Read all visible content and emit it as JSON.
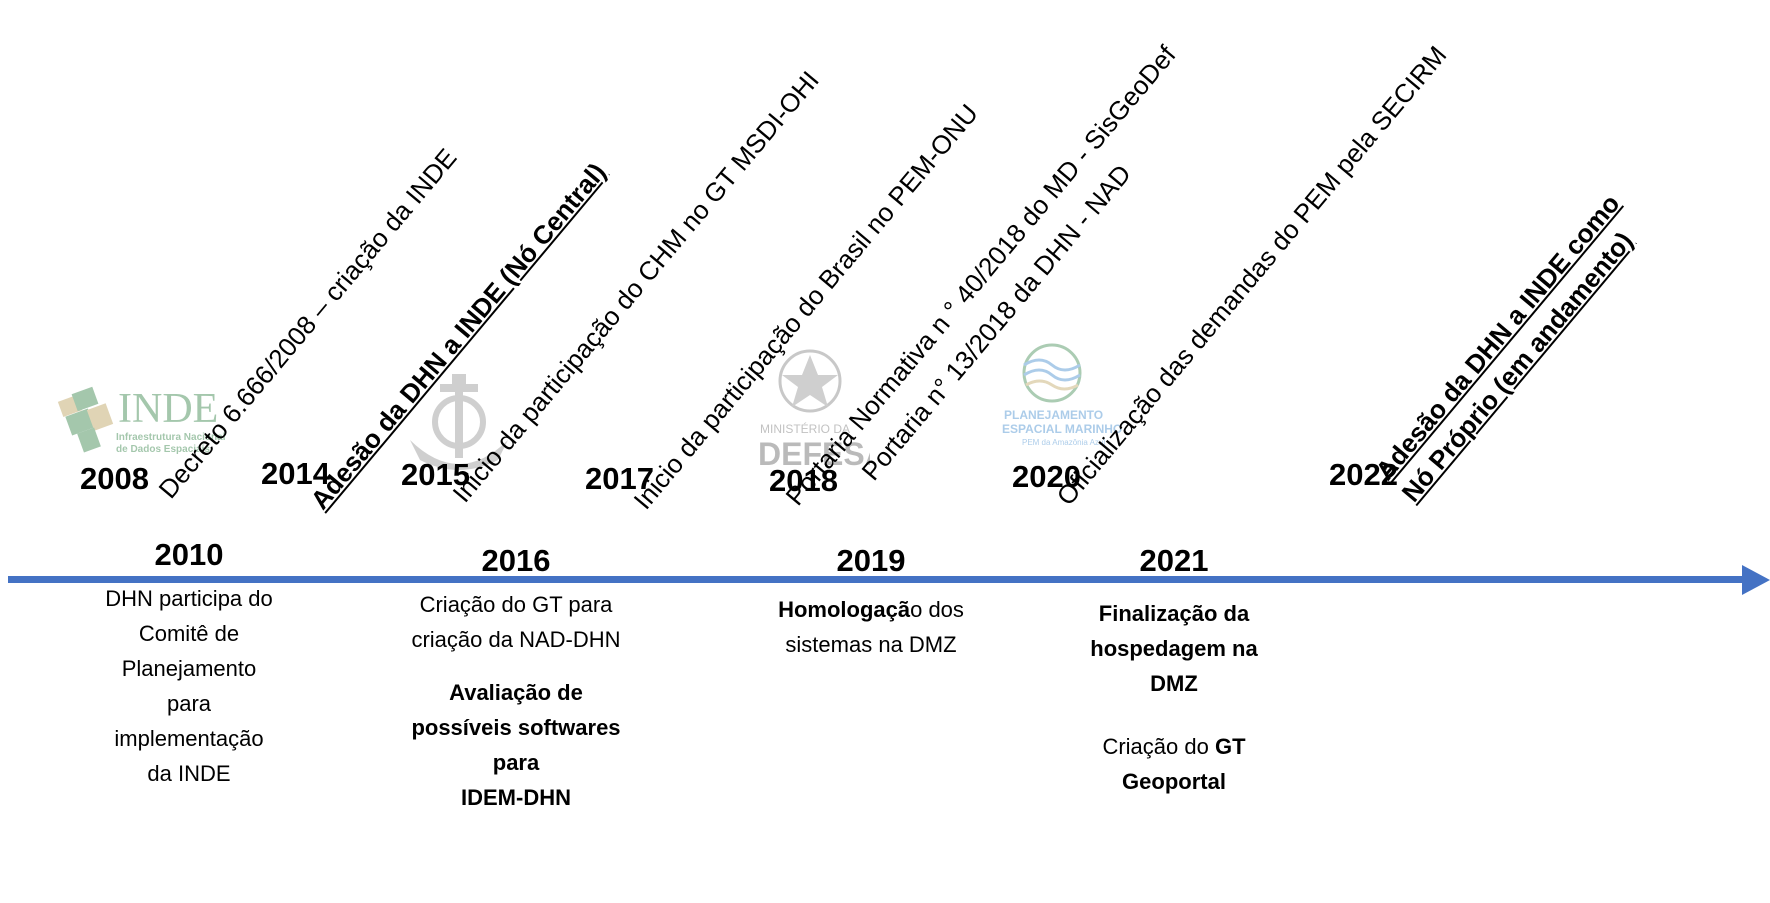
{
  "top_events": [
    {
      "year": "2008",
      "text": "Decreto 6.666/2008 – criação da INDE"
    },
    {
      "year": "2014",
      "text": "Adesão da DHN a INDE (Nó Central)"
    },
    {
      "year": "2015",
      "text": "Inicio da participação do CHM no GT MSDI-OHI"
    },
    {
      "year": "2017",
      "text": "Inicio da participação do Brasil no PEM-ONU"
    },
    {
      "year": "2018",
      "text": "Portaria Normativa n ° 40/2018 do MD - SisGeoDef",
      "text2": "Portaria n° 13/2018 da DHN - NAD"
    },
    {
      "year": "2020",
      "text": "Oficialização das demandas do PEM pela SECIRM"
    },
    {
      "year": "2022",
      "text": "Adesão da DHN a INDE como",
      "text_line2": "Nó Próprio (em andamento)"
    }
  ],
  "bottom_events": [
    {
      "year": "2010",
      "lines": [
        "DHN participa do",
        "Comitê de",
        "Planejamento",
        "para",
        "implementação",
        "da INDE"
      ]
    },
    {
      "year": "2016",
      "para1": [
        "Criação do GT para",
        "criação da NAD-DHN"
      ],
      "para2": [
        "Avaliação de",
        "possíveis softwares",
        "para",
        "IDEM-DHN"
      ]
    },
    {
      "year": "2019",
      "bold": "Homologaçã",
      "rest": "o dos",
      "line2": "sistemas na DMZ"
    },
    {
      "year": "2021",
      "para1": [
        "Finalização da",
        "hospedagem na",
        "DMZ"
      ],
      "para2_plain": "Criação do ",
      "para2_bold": "GT",
      "para2_line2": "Geoportal"
    }
  ],
  "logos": {
    "inde": {
      "name": "INDE",
      "line1": "Infraestrutura Nacional",
      "line2": "de Dados Espaciais"
    },
    "defesa": {
      "line1": "MINISTÉRIO DA",
      "line2": "DEFESA"
    },
    "pem": {
      "line1": "PLANEJAMENTO",
      "line2": "ESPACIAL MARINHO",
      "line3": "PEM da Amazônia Azul"
    }
  },
  "colors": {
    "axis": "#4472c4",
    "logo_green": "#5a9a6a",
    "logo_tan": "#c8b27a",
    "pem_blue": "#5b9bd5"
  }
}
